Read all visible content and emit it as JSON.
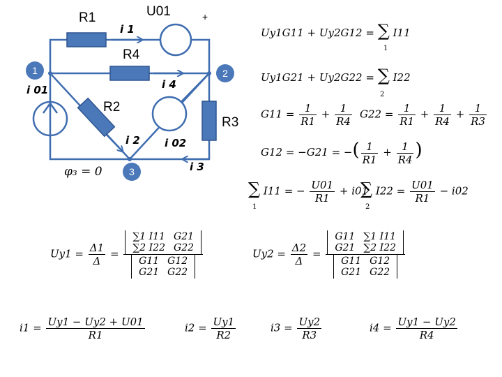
{
  "circuit": {
    "r1": "R1",
    "r2": "R2",
    "r3": "R3",
    "r4": "R4",
    "u01": "U01",
    "plus": "+",
    "i1": "i 1",
    "i4": "i 4",
    "i01": "i 01",
    "i2": "i 2",
    "i02": "i 02",
    "i3": "i 3",
    "node1": "1",
    "node2": "2",
    "node3": "3",
    "phi3": "φ₃ = 0"
  },
  "equations": {
    "eq1_lhs": "Uy1G11 + Uy2G12 =",
    "eq1_rhs": "I11",
    "eq1_sub": "1",
    "eq2_lhs": "Uy1G21 + Uy2G22 =",
    "eq2_rhs": "I22",
    "eq2_sub": "2",
    "g11_lhs": "G11 =",
    "g22_lhs": "G22 =",
    "g12_lhs": "G12 = −G21 = −",
    "sumI11": "I11 = −",
    "sumI11_tail": "+ i01",
    "sumI22": "I22 =",
    "sumI22_tail": "− i02",
    "sum_sub1": "1",
    "sum_sub2": "2",
    "u01": "U01",
    "r1": "R1",
    "r3": "R3",
    "r4": "R4",
    "one": "1",
    "uy1_lhs": "Uy1 =",
    "uy2_lhs": "Uy2 =",
    "delta1": "Δ1",
    "delta2": "Δ2",
    "delta": "Δ",
    "eqsign": "=",
    "d_s1i11": "∑1 I11",
    "d_s2i22": "∑2 I22",
    "d_g11": "G11",
    "d_g12": "G12",
    "d_g21": "G21",
    "d_g22": "G22",
    "i1_lhs": "i1 =",
    "i1_num": "Uy1 − Uy2 + U01",
    "i2_lhs": "i2 =",
    "i2_num": "Uy1",
    "r2": "R2",
    "i3_lhs": "i3 =",
    "i3_num": "Uy2",
    "i4_lhs": "i4 =",
    "i4_num": "Uy1 − Uy2"
  },
  "colors": {
    "wire": "#3f6db0",
    "fill": "#4a78b8"
  }
}
